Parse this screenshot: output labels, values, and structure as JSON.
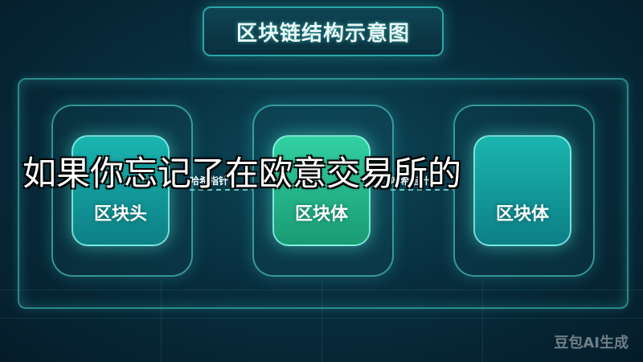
{
  "header": {
    "title": "区块链结构示意图"
  },
  "blocks": [
    {
      "label": "区块头",
      "pointer": "哈希指针"
    },
    {
      "label": "区块体",
      "pointer": "哈希指针"
    },
    {
      "label": "区块体",
      "pointer": ""
    }
  ],
  "overlay_text": "如果你忘记了在欧意交易所的",
  "watermark": "豆包AI生成",
  "colors": {
    "bg_dark": "#051c2a",
    "accent": "#2aa7a7",
    "block_teal": "#1ab5b0",
    "block_green": "#32d1a2"
  }
}
